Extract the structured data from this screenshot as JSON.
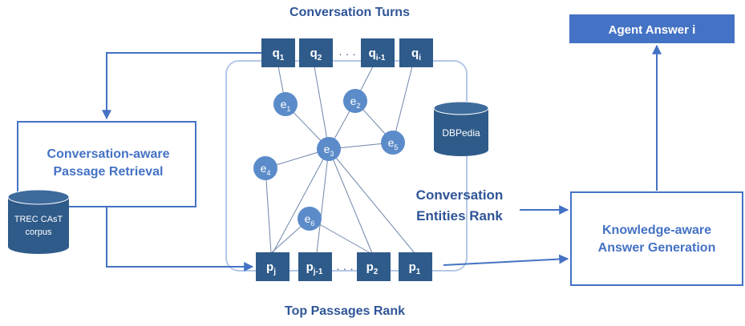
{
  "labels": {
    "conversation_turns": "Conversation Turns",
    "top_passages_rank": "Top Passages Rank",
    "entities_rank_line1": "Conversation",
    "entities_rank_line2": "Entities Rank",
    "agent_answer": "Agent Answer i",
    "retrieval_line1": "Conversation-aware",
    "retrieval_line2": "Passage Retrieval",
    "generation_line1": "Knowledge-aware",
    "generation_line2": "Answer Generation",
    "corpus_line1": "TREC CAsT",
    "corpus_line2": "corpus",
    "dbpedia": "DBPedia"
  },
  "query_boxes": [
    {
      "base": "q",
      "sub": "1"
    },
    {
      "base": "q",
      "sub": "2"
    },
    {
      "base": "q",
      "sub": "i-1"
    },
    {
      "base": "q",
      "sub": "i"
    }
  ],
  "passage_boxes": [
    {
      "base": "p",
      "sub": "j"
    },
    {
      "base": "p",
      "sub": "j-1"
    },
    {
      "base": "p",
      "sub": "2"
    },
    {
      "base": "p",
      "sub": "1"
    }
  ],
  "entities": [
    {
      "id": "e1",
      "base": "e",
      "sub": "1"
    },
    {
      "id": "e2",
      "base": "e",
      "sub": "2"
    },
    {
      "id": "e3",
      "base": "e",
      "sub": "3"
    },
    {
      "id": "e4",
      "base": "e",
      "sub": "4"
    },
    {
      "id": "e5",
      "base": "e",
      "sub": "5"
    },
    {
      "id": "e6",
      "base": "e",
      "sub": "6"
    }
  ],
  "ellipsis": "· · ·",
  "colors": {
    "accent": "#4472c4",
    "dark_box": "#2f5b8a",
    "node": "#5b8bc9",
    "title_text": "#2f5597",
    "container_border": "#b4c7e7"
  }
}
